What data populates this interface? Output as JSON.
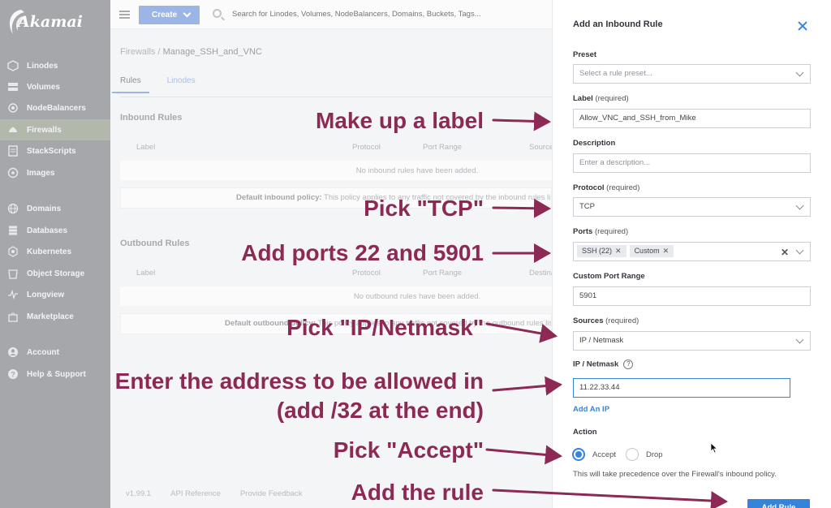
{
  "brand": {
    "logo_text": "Akamai"
  },
  "sidebar": {
    "items": [
      {
        "label": "Linodes",
        "icon": "linodes-icon"
      },
      {
        "label": "Volumes",
        "icon": "volumes-icon"
      },
      {
        "label": "NodeBalancers",
        "icon": "nodebalancers-icon"
      },
      {
        "label": "Firewalls",
        "icon": "firewalls-icon",
        "active": true
      },
      {
        "label": "StackScripts",
        "icon": "stackscripts-icon"
      },
      {
        "label": "Images",
        "icon": "images-icon"
      },
      {
        "label": "Domains",
        "icon": "domains-icon"
      },
      {
        "label": "Databases",
        "icon": "databases-icon"
      },
      {
        "label": "Kubernetes",
        "icon": "kubernetes-icon"
      },
      {
        "label": "Object Storage",
        "icon": "object-storage-icon"
      },
      {
        "label": "Longview",
        "icon": "longview-icon"
      },
      {
        "label": "Marketplace",
        "icon": "marketplace-icon"
      },
      {
        "label": "Account",
        "icon": "account-icon"
      },
      {
        "label": "Help & Support",
        "icon": "help-icon"
      }
    ]
  },
  "topbar": {
    "create_label": "Create",
    "search_placeholder": "Search for Linodes, Volumes, NodeBalancers, Domains, Buckets, Tags..."
  },
  "main": {
    "breadcrumb_parent": "Firewalls / ",
    "breadcrumb_current": "Manage_SSH_and_VNC",
    "tabs": [
      "Rules",
      "Linodes"
    ],
    "inbound": {
      "title": "Inbound Rules",
      "columns": [
        "Label",
        "Protocol",
        "Port Range",
        "Source"
      ],
      "empty": "No inbound rules have been added.",
      "policy_label": "Default inbound policy:",
      "policy_text": " This policy applies to any traffic not covered by the inbound rules listed"
    },
    "outbound": {
      "title": "Outbound Rules",
      "columns": [
        "Label",
        "Protocol",
        "Port Range",
        "Destination"
      ],
      "empty": "No outbound rules have been added.",
      "policy_label": "Default outbound policy:",
      "policy_text": " This policy applies to any traffic not covered by the outbound rules listed"
    }
  },
  "footer": {
    "version": "v1.99.1",
    "api": "API Reference",
    "feedback": "Provide Feedback"
  },
  "drawer": {
    "title": "Add an Inbound Rule",
    "preset_label": "Preset",
    "preset_placeholder": "Select a rule preset...",
    "label_label": "Label",
    "label_req": "(required)",
    "label_value": "Allow_VNC_and_SSH_from_Mike",
    "description_label": "Description",
    "description_placeholder": "Enter a description...",
    "protocol_label": "Protocol",
    "protocol_req": "(required)",
    "protocol_value": "TCP",
    "ports_label": "Ports",
    "ports_req": "(required)",
    "ports_chips": [
      "SSH (22)",
      "Custom"
    ],
    "custom_port_label": "Custom Port Range",
    "custom_port_value": "5901",
    "sources_label": "Sources",
    "sources_req": "(required)",
    "sources_value": "IP / Netmask",
    "ip_label": "IP / Netmask",
    "ip_value": "11.22.33.44",
    "add_ip": "Add An IP",
    "action_label": "Action",
    "action_accept": "Accept",
    "action_drop": "Drop",
    "action_selected": "Accept",
    "note": "This will take precedence over the Firewall's inbound policy.",
    "submit": "Add Rule"
  },
  "annotations": {
    "label": "Make up a label",
    "tcp": "Pick \"TCP\"",
    "ports": "Add ports 22 and 5901",
    "ip_netmask": "Pick \"IP/Netmask\"",
    "address_1": "Enter the address to be allowed in",
    "address_2": "(add /32 at the end)",
    "accept": "Pick \"Accept\"",
    "add_rule": "Add the rule"
  },
  "colors": {
    "annotation": "#8c2a55",
    "accent": "#3683dc"
  }
}
